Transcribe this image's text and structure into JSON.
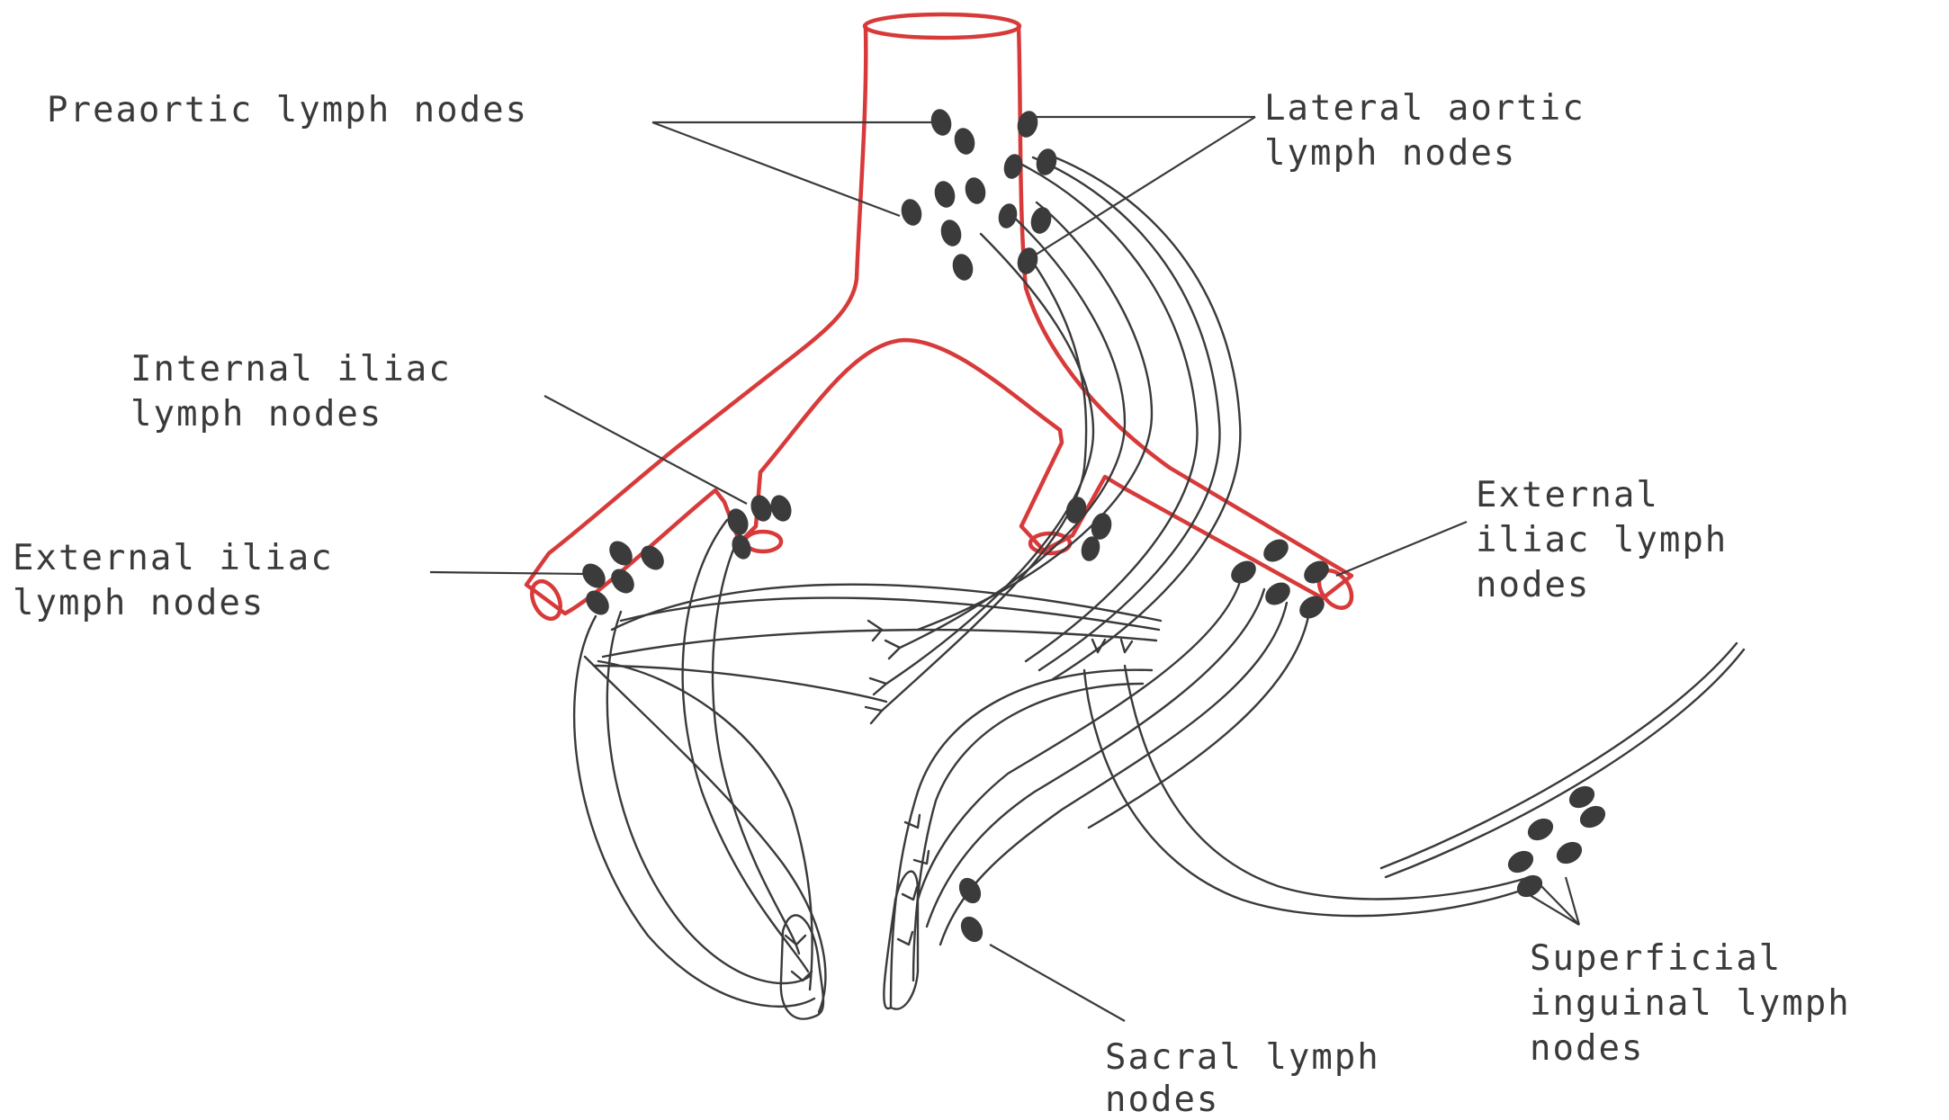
{
  "diagram": {
    "labels": {
      "preaortic": "Preaortic lymph nodes",
      "lateral_line1": "Lateral aortic",
      "lateral_line2": "lymph nodes",
      "internal_line1": "Internal iliac",
      "internal_line2": "lymph nodes",
      "external_left_line1": "External iliac",
      "external_left_line2": "lymph nodes",
      "external_right_line1": "External",
      "external_right_line2": "iliac lymph",
      "external_right_line3": "nodes",
      "superficial_line1": "Superficial",
      "superficial_line2": "inguinal lymph",
      "superficial_line3": "nodes",
      "sacral_line1": "Sacral lymph",
      "sacral_line2": "nodes"
    },
    "colors": {
      "artery": "#d83a3a",
      "lymph_vessel": "#3a3a3a",
      "lymph_node": "#3b3b3b",
      "text": "#3a3a3a"
    }
  }
}
